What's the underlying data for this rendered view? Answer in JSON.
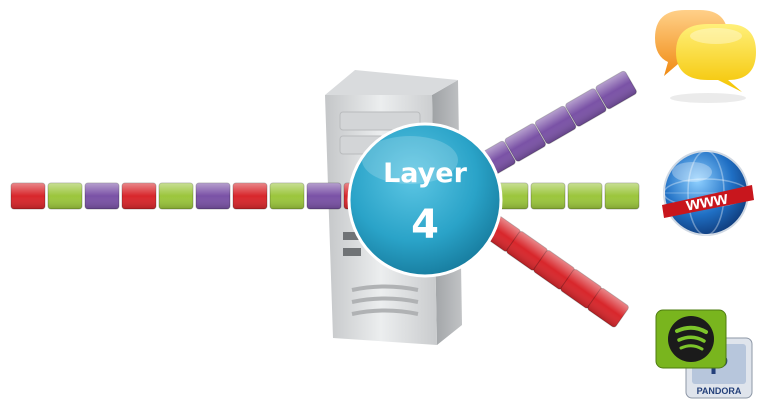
{
  "hub": {
    "line1": "Layer",
    "line2": "4"
  },
  "apps": {
    "chat": {
      "icon": "chat-bubbles-icon"
    },
    "web": {
      "icon": "www-globe-icon",
      "label": "www"
    },
    "music": {
      "icon": "spotify-pandora-icon",
      "label": "PANDORA"
    }
  },
  "colors": {
    "red": "#d8262b",
    "green": "#9bc63c",
    "purple": "#7a52a6",
    "hub": "#2aa3c8"
  },
  "streams": {
    "input": [
      "red",
      "green",
      "purple",
      "red",
      "green",
      "purple",
      "red",
      "green",
      "purple",
      "red"
    ],
    "output_up": [
      "purple",
      "purple",
      "purple",
      "purple",
      "purple"
    ],
    "output_mid": [
      "green",
      "green",
      "green",
      "green"
    ],
    "output_down": [
      "red",
      "red",
      "red",
      "red",
      "red"
    ]
  }
}
